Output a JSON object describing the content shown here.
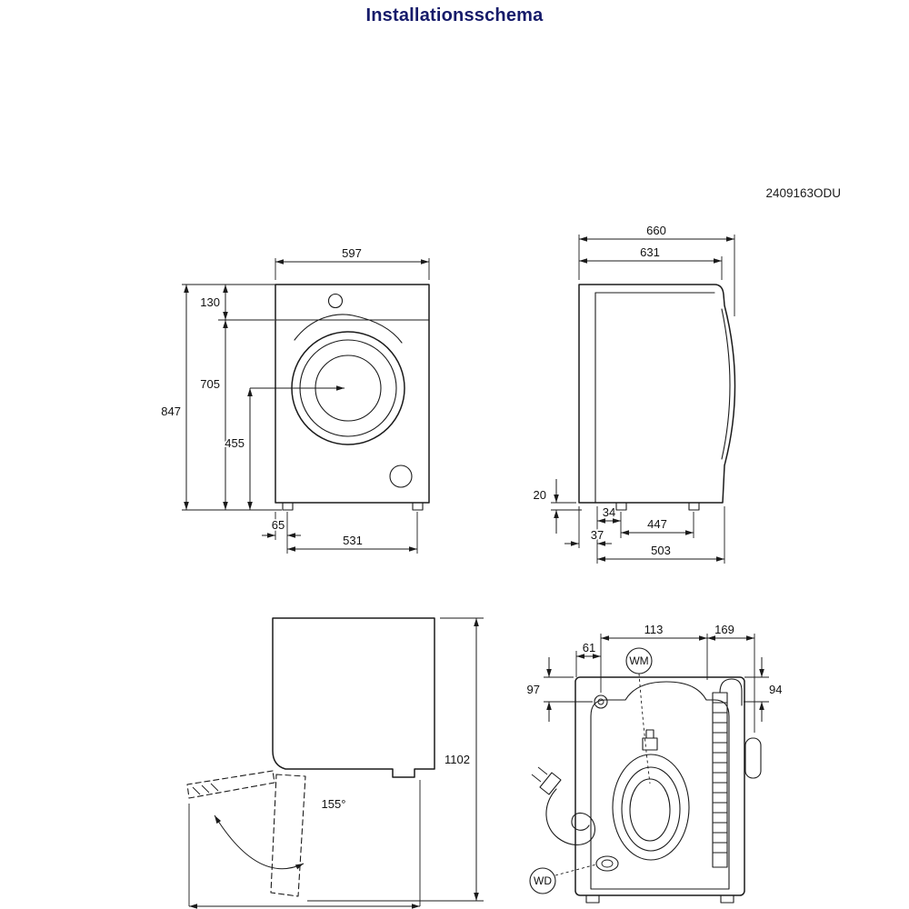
{
  "page": {
    "title": "Installationsschema",
    "doc_code": "2409163ODU"
  },
  "front_view": {
    "width": "597",
    "control_panel_height": "130",
    "total_height": "847",
    "body_height": "705",
    "door_center_height": "455",
    "foot_side_offset": "65",
    "foot_spacing": "531"
  },
  "side_view": {
    "total_depth": "660",
    "body_depth": "631",
    "foot_height": "20",
    "rear_foot_offset": "34",
    "foot_spacing": "447",
    "rear_gap": "37",
    "base_depth": "503"
  },
  "door_open_view": {
    "height_with_open_door": "1102",
    "door_opening_angle": "155°"
  },
  "rear_view": {
    "inlet_offset": "113",
    "drain_offset": "169",
    "valve_offset": "61",
    "left_top_offset": "97",
    "right_top_offset": "94",
    "water_marker": "WM",
    "drain_marker": "WD"
  }
}
